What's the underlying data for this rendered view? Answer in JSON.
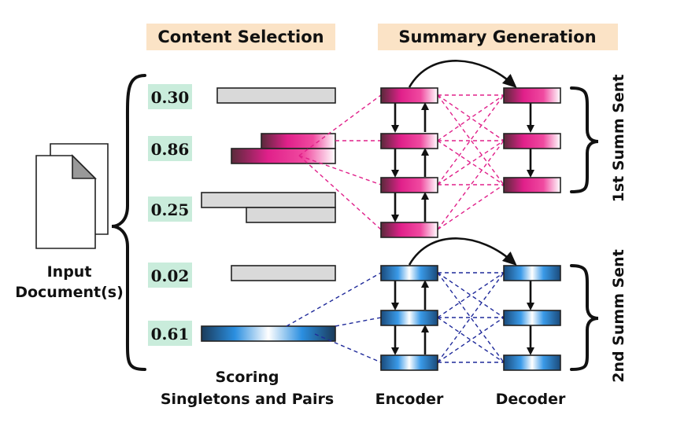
{
  "headers": {
    "content_selection": "Content Selection",
    "summary_generation": "Summary Generation"
  },
  "scores": [
    "0.30",
    "0.86",
    "0.25",
    "0.02",
    "0.61"
  ],
  "input_label": [
    "Input",
    "Document(s)"
  ],
  "scoring_label": [
    "Scoring",
    "Singletons and Pairs"
  ],
  "encoder_label": "Encoder",
  "decoder_label": "Decoder",
  "summ_sent_labels": [
    "1st Summ Sent",
    "2nd Summ Sent"
  ],
  "colors": {
    "pink": "#e0208a",
    "blue": "#2b8fe0",
    "grey": "#d9d9d9",
    "header_bg": "#fbe3c6",
    "score_bg": "#c9ecdb"
  }
}
